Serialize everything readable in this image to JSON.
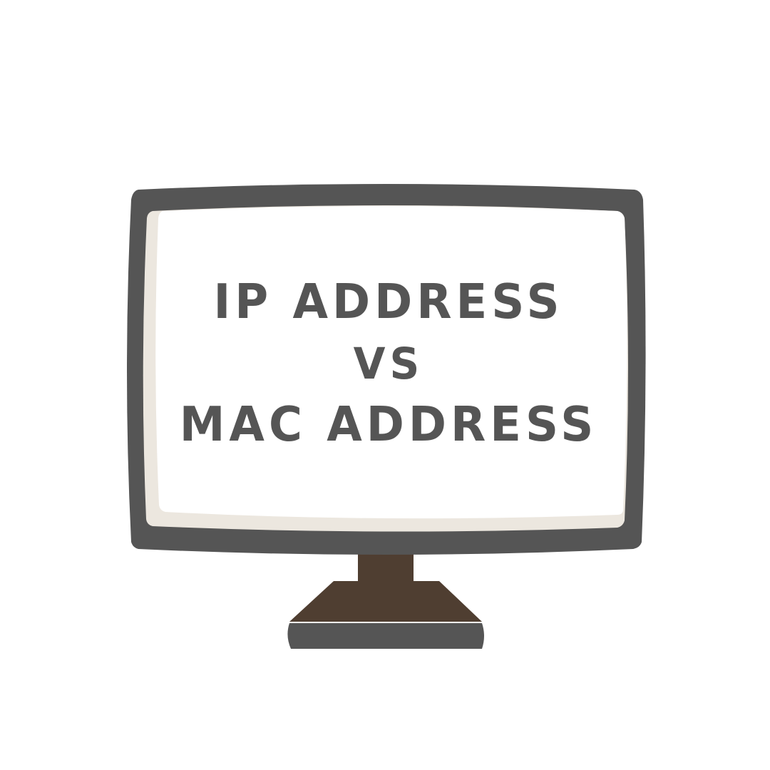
{
  "screen": {
    "line1": "IP ADDRESS",
    "line2": "VS",
    "line3": "MAC ADDRESS"
  },
  "colors": {
    "bezel": "#555555",
    "screen": "#ffffff",
    "screen_edge": "#ece7df",
    "stand": "#4f3e31",
    "base": "#555555",
    "text": "#555555"
  },
  "icons": {
    "monitor": "monitor-icon"
  }
}
